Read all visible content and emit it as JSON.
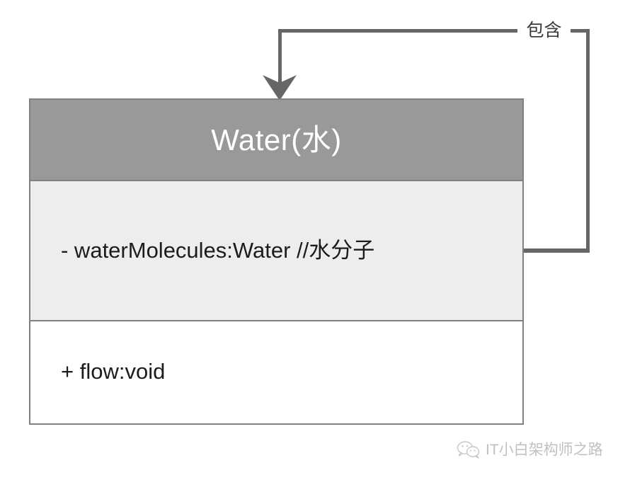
{
  "diagram": {
    "type": "uml-class-diagram",
    "background_color": "#ffffff",
    "class_box": {
      "name": "Water(水)",
      "header_bg": "#999999",
      "header_text_color": "#ffffff",
      "border_color": "#808080",
      "attributes_bg": "#ededed",
      "methods_bg": "#ffffff",
      "attributes": [
        {
          "visibility": "-",
          "text": "- waterMolecules:Water //水分子"
        }
      ],
      "methods": [
        {
          "visibility": "+",
          "text": "+ flow:void"
        }
      ]
    },
    "relationship": {
      "kind": "self-association",
      "label": "包含",
      "label_color": "#3a3a3a",
      "line_color": "#666666",
      "arrow_head": "filled-triangle",
      "arrow_target": "class-top"
    }
  },
  "watermark": {
    "text": "IT小白架构师之路",
    "icon": "wechat-icon",
    "color": "#8e8e8e"
  }
}
